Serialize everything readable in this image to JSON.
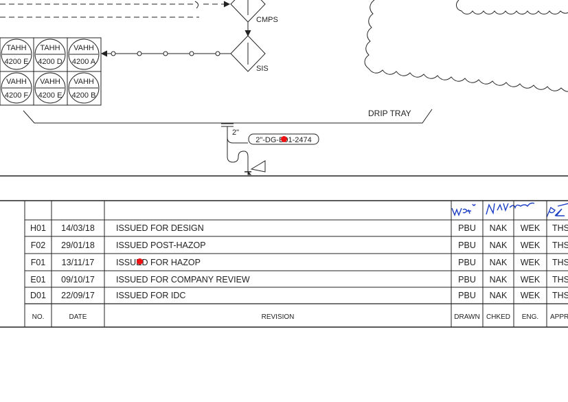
{
  "drawing": {
    "instruments": {
      "row1": [
        "TAHH",
        "TAHH",
        "VAHH"
      ],
      "row1_tags": [
        "4200 E",
        "4200 D",
        "4200 A"
      ],
      "row2": [
        "VAHH",
        "VAHH",
        "VAHH"
      ],
      "row2_tags": [
        "4200 F",
        "4200 E",
        "4200 B"
      ]
    },
    "labels": {
      "cmps": "CMPS",
      "sis": "SIS",
      "drip_tray": "DRIP TRAY",
      "pipe_size": "2\"",
      "pipe_tag": "2\"-DG-B01-2474"
    }
  },
  "revision_table": {
    "headers": {
      "no": "NO.",
      "date": "DATE",
      "revision": "REVISION",
      "drawn": "DRAWN",
      "checked": "CHKED",
      "eng": "ENG.",
      "appr": "APPR"
    },
    "rows": [
      {
        "no": "H01",
        "date": "14/03/18",
        "description": "ISSUED FOR DESIGN",
        "drawn": "PBU",
        "checked": "NAK",
        "eng": "WEK",
        "appr": "THS"
      },
      {
        "no": "F02",
        "date": "29/01/18",
        "description": "ISSUED POST-HAZOP",
        "drawn": "PBU",
        "checked": "NAK",
        "eng": "WEK",
        "appr": "THS"
      },
      {
        "no": "F01",
        "date": "13/11/17",
        "description": "ISSUED FOR HAZOP",
        "drawn": "PBU",
        "checked": "NAK",
        "eng": "WEK",
        "appr": "THS"
      },
      {
        "no": "E01",
        "date": "09/10/17",
        "description": "ISSUED FOR COMPANY REVIEW",
        "drawn": "PBU",
        "checked": "NAK",
        "eng": "WEK",
        "appr": "THS"
      },
      {
        "no": "D01",
        "date": "22/09/17",
        "description": "ISSUED FOR IDC",
        "drawn": "PBU",
        "checked": "NAK",
        "eng": "WEK",
        "appr": "THS"
      }
    ]
  },
  "colors": {
    "line": "#222222",
    "signature_ink": "#1d3fc4",
    "marker": "#ee1111"
  }
}
